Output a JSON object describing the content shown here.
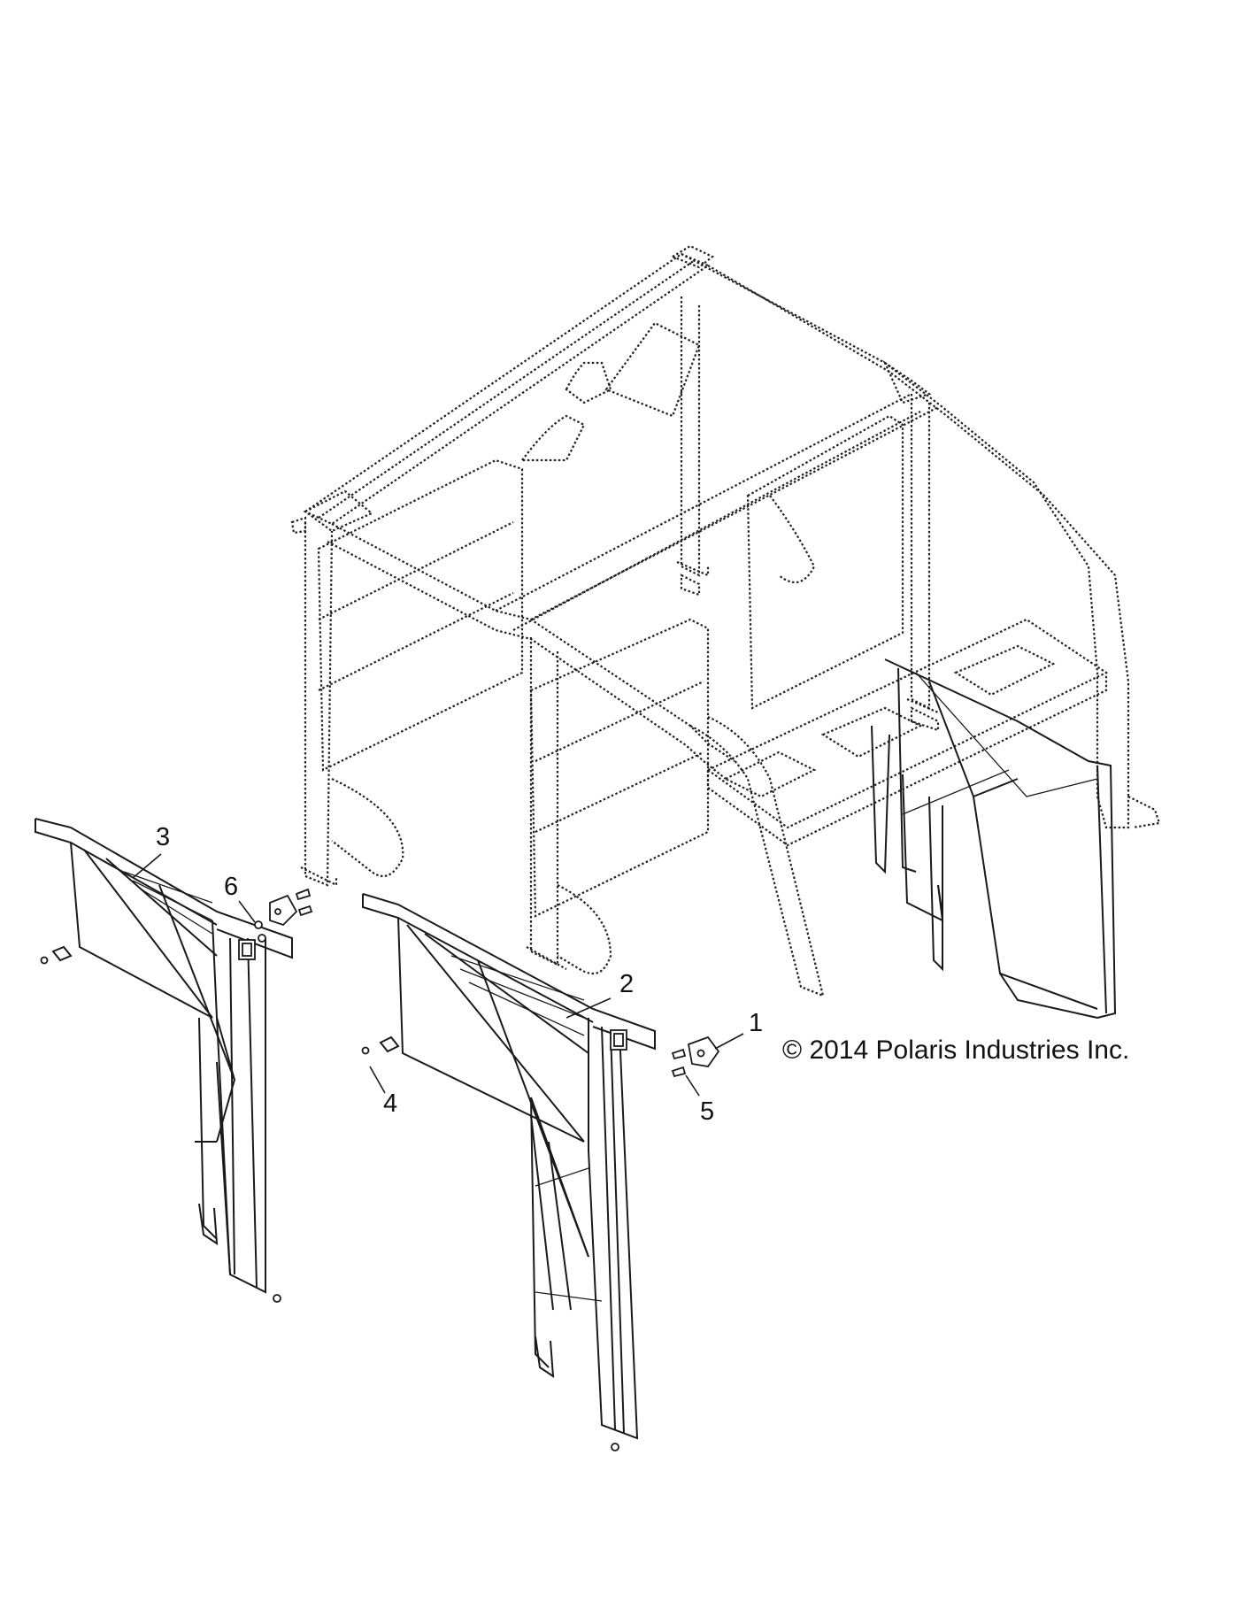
{
  "diagram": {
    "callouts": [
      {
        "id": "1",
        "text": "1"
      },
      {
        "id": "2",
        "text": "2"
      },
      {
        "id": "3",
        "text": "3"
      },
      {
        "id": "4",
        "text": "4"
      },
      {
        "id": "5",
        "text": "5"
      },
      {
        "id": "6",
        "text": "6"
      }
    ],
    "copyright": "© 2014 Polaris Industries Inc."
  }
}
